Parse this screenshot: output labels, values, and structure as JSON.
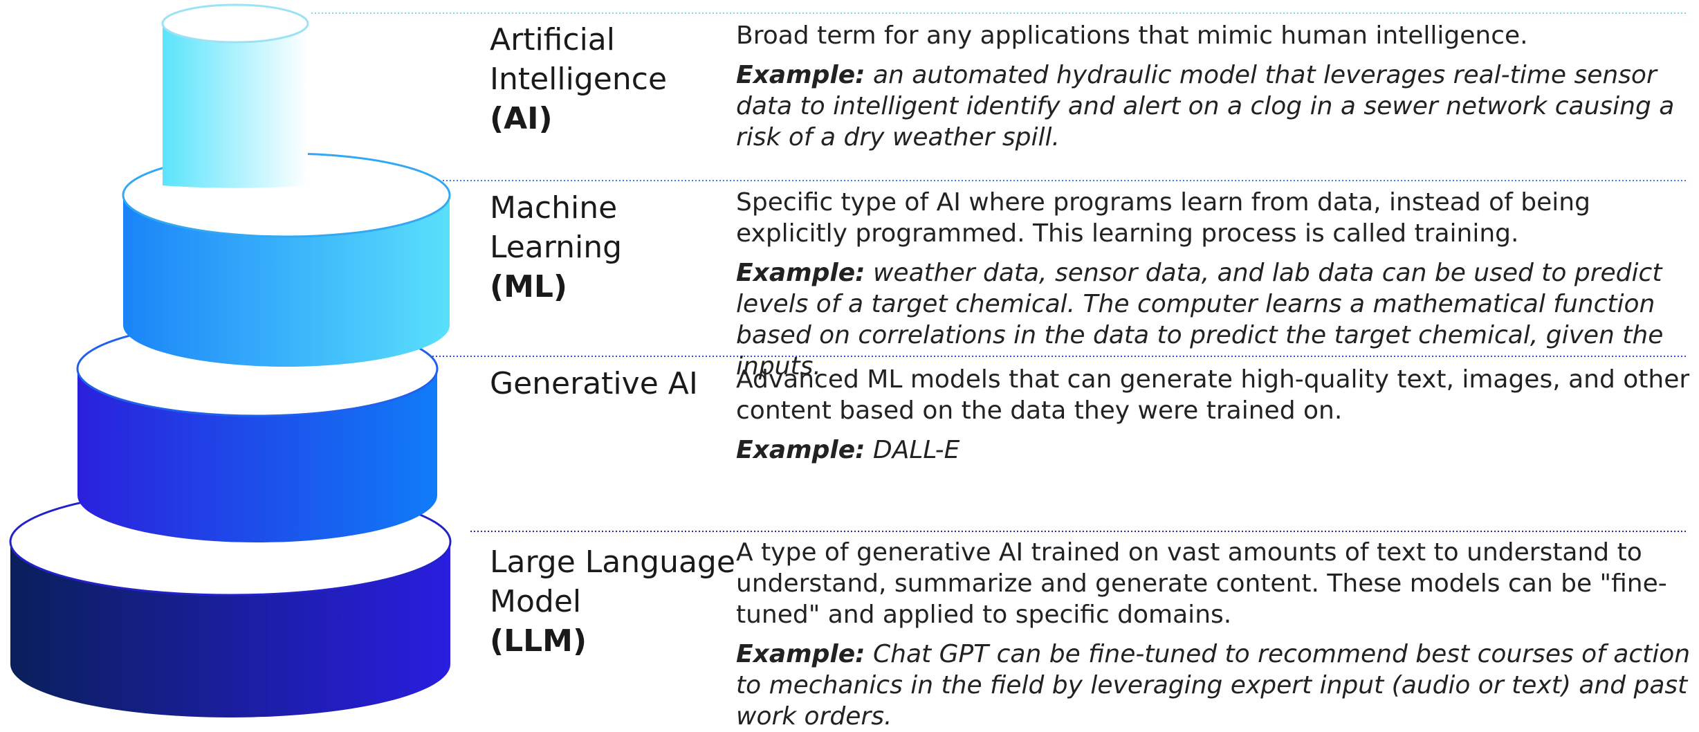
{
  "layers": [
    {
      "id": "ai",
      "term_lines": [
        "Artificial",
        "Intelligence"
      ],
      "abbr": "(AI)",
      "definition": "Broad term for any applications that mimic human intelligence.",
      "example_label": "Example:",
      "example": " an automated hydraulic model that leverages real-time sensor data to intelligent identify and alert on a clog in a sewer network causing a risk of a dry weather spill.",
      "colors": {
        "body_left": "#5ae4fc",
        "body_right": "#ffffff",
        "rim": "#6fd6f4"
      }
    },
    {
      "id": "ml",
      "term_lines": [
        "Machine",
        "Learning"
      ],
      "abbr": "(ML)",
      "definition": "Specific type of AI where programs learn from data, instead of being explicitly programmed. This learning process is called training.",
      "example_label": "Example:",
      "example": " weather data, sensor data, and lab data can be used to predict levels of a target chemical. The computer learns a mathematical function based on correlations in the data to predict the target chemical, given the inputs.",
      "colors": {
        "body_left": "#1a84f8",
        "body_right": "#5ae0fc",
        "rim": "#32a8f4"
      }
    },
    {
      "id": "genai",
      "term_lines": [
        "Generative AI"
      ],
      "abbr": "",
      "definition": "Advanced ML models that can generate high-quality text, images, and other content based on the data they were trained on.",
      "example_label": "Example:",
      "example": " DALL-E",
      "colors": {
        "body_left": "#2a20dc",
        "body_right": "#107cf8",
        "rim": "#2060ec"
      }
    },
    {
      "id": "llm",
      "term_lines": [
        "Large Language",
        "Model"
      ],
      "abbr": "(LLM)",
      "definition": "A type of generative AI trained on vast amounts of text to understand to understand, summarize and generate content. These models can be \"fine-tuned\" and applied to specific domains.",
      "example_label": "Example:",
      "example": " Chat GPT can be fine-tuned to recommend best courses of action to mechanics in the field by leveraging expert input (audio or text) and past work orders.",
      "colors": {
        "body_left": "#0a1f5a",
        "body_right": "#2a1ee0",
        "rim": "#2222c8"
      }
    }
  ]
}
